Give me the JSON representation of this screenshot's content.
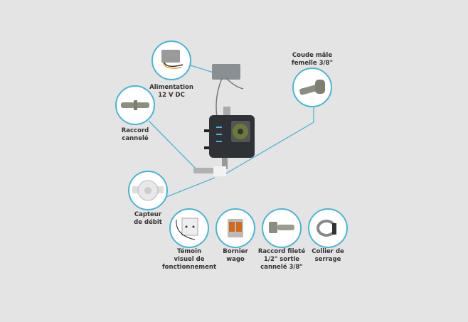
{
  "components": [
    {
      "id": "alimentation",
      "label_lines": [
        "Alimentation",
        "12 V DC"
      ],
      "icon": "power-supply-icon"
    },
    {
      "id": "raccord-cannele",
      "label_lines": [
        "Raccord",
        "cannelé"
      ],
      "icon": "barbed-fitting-icon"
    },
    {
      "id": "coude",
      "label_lines": [
        "Coude mâle",
        "femelle 3/8\""
      ],
      "icon": "elbow-fitting-icon"
    },
    {
      "id": "capteur",
      "label_lines": [
        "Capteur",
        "de débit"
      ],
      "icon": "flow-sensor-icon"
    },
    {
      "id": "temoin",
      "label_lines": [
        "Témoin",
        "visuel de",
        "fonctionnement"
      ],
      "icon": "indicator-panel-icon"
    },
    {
      "id": "bornier",
      "label_lines": [
        "Bornier",
        "wago"
      ],
      "icon": "wago-terminal-icon"
    },
    {
      "id": "raccord-filete",
      "label_lines": [
        "Raccord fileté",
        "1/2\" sortie",
        "cannelé 3/8\""
      ],
      "icon": "threaded-fitting-icon"
    },
    {
      "id": "collier",
      "label_lines": [
        "Collier de",
        "serrage"
      ],
      "icon": "hose-clamp-icon"
    }
  ],
  "colors": {
    "accent": "#4ab5d6",
    "background": "#e4e4e4"
  }
}
